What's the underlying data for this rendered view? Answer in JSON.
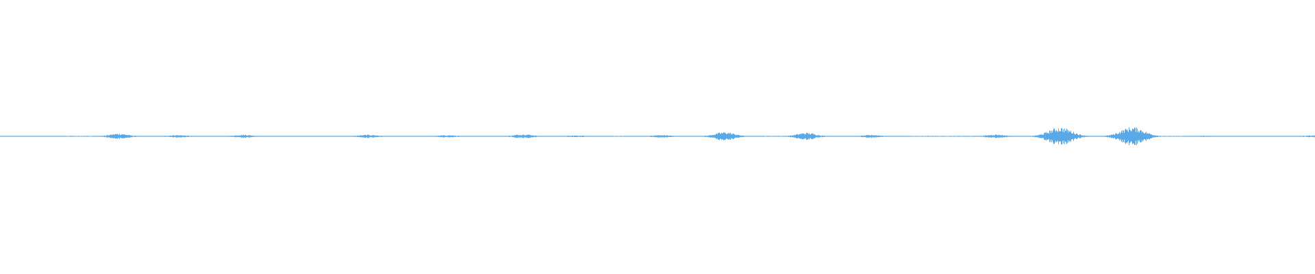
{
  "waveform": {
    "color": "#5aa9e6",
    "peaks": [
      {
        "t": 0.09,
        "amp": 0.18
      },
      {
        "t": 0.135,
        "amp": 0.08
      },
      {
        "t": 0.185,
        "amp": 0.1
      },
      {
        "t": 0.28,
        "amp": 0.1
      },
      {
        "t": 0.34,
        "amp": 0.07
      },
      {
        "t": 0.398,
        "amp": 0.14
      },
      {
        "t": 0.438,
        "amp": 0.05
      },
      {
        "t": 0.503,
        "amp": 0.08
      },
      {
        "t": 0.551,
        "amp": 0.28
      },
      {
        "t": 0.613,
        "amp": 0.24
      },
      {
        "t": 0.663,
        "amp": 0.09
      },
      {
        "t": 0.757,
        "amp": 0.12
      },
      {
        "t": 0.806,
        "amp": 0.6
      },
      {
        "t": 0.861,
        "amp": 0.62
      },
      {
        "t": 0.916,
        "amp": 0.03
      },
      {
        "t": 0.998,
        "amp": 0.06
      }
    ],
    "baseline_noise": 0.012,
    "dropout_ranges": [
      [
        0.05,
        0.07
      ],
      [
        0.465,
        0.475
      ],
      [
        0.58,
        0.595
      ],
      [
        0.69,
        0.74
      ],
      [
        0.88,
        0.9
      ]
    ]
  }
}
